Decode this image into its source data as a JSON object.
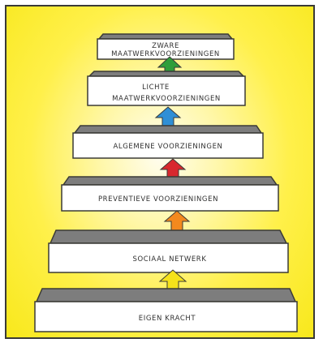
{
  "diagram": {
    "levels": [
      {
        "lines": [
          "ZWARE",
          "MAATWERKVOORZIENINGEN"
        ]
      },
      {
        "lines": [
          "LICHTE",
          "MAATWERKVOORZIENINGEN"
        ]
      },
      {
        "lines": [
          "ALGEMENE VOORZIENINGEN"
        ]
      },
      {
        "lines": [
          "PREVENTIEVE VOORZIENINGEN"
        ]
      },
      {
        "lines": [
          "SOCIAAL NETWERK"
        ]
      },
      {
        "lines": [
          "EIGEN KRACHT"
        ]
      }
    ],
    "arrow_colors": [
      "#2e9e3a",
      "#2f8fd6",
      "#d8282e",
      "#f3891e",
      "#f5e21a"
    ],
    "colors": {
      "background": "#fff04a",
      "step_top": "#7d7d7d",
      "step_front": "#ffffff",
      "outline": "#3a3a36"
    }
  }
}
